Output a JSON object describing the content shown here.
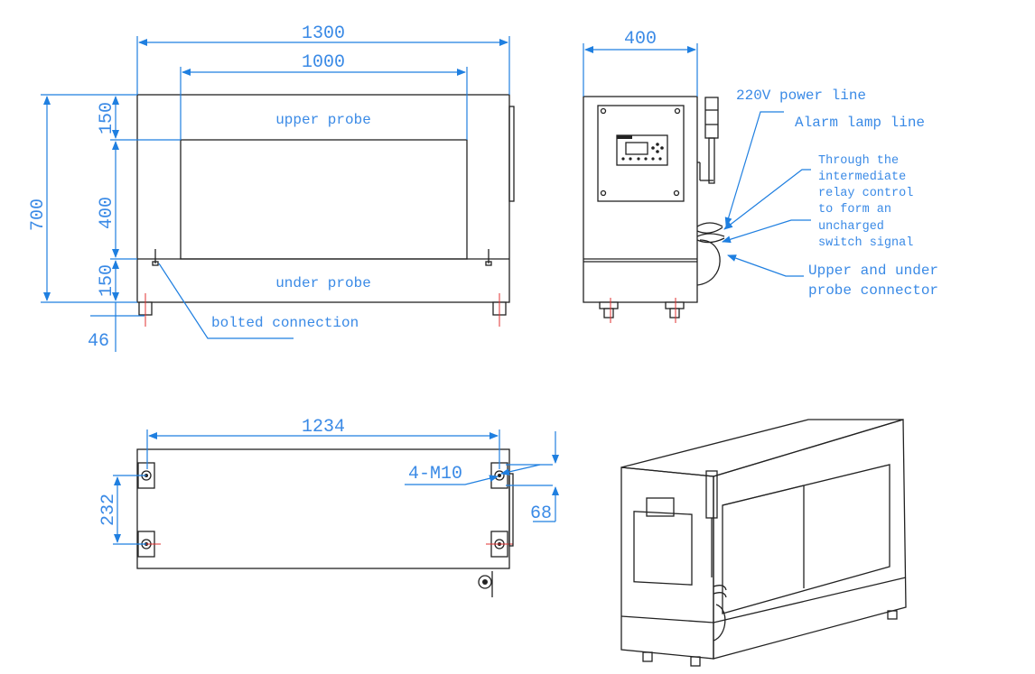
{
  "front_view": {
    "dim_total_width": "1300",
    "dim_inner_width": "1000",
    "dim_total_height": "700",
    "dim_upper": "150",
    "dim_opening": "400",
    "dim_lower": "150",
    "dim_foot": "46",
    "label_upper_probe": "upper probe",
    "label_under_probe": "under probe",
    "label_bolted": "bolted connection"
  },
  "side_view": {
    "dim_depth": "400",
    "label_power": "220V power line",
    "label_alarm": "Alarm lamp line",
    "label_relay": [
      "Through the",
      "intermediate",
      "relay control",
      "to form an",
      "uncharged",
      "switch signal"
    ],
    "label_connector": [
      "Upper and under",
      "probe connector"
    ]
  },
  "bottom_view": {
    "dim_hole_spacing": "1234",
    "dim_hole_depth": "232",
    "dim_edge": "68",
    "label_bolts": "4-M10"
  },
  "colors": {
    "dimension": "#3a8ae6",
    "line": "#222222",
    "center": "#e03030"
  }
}
